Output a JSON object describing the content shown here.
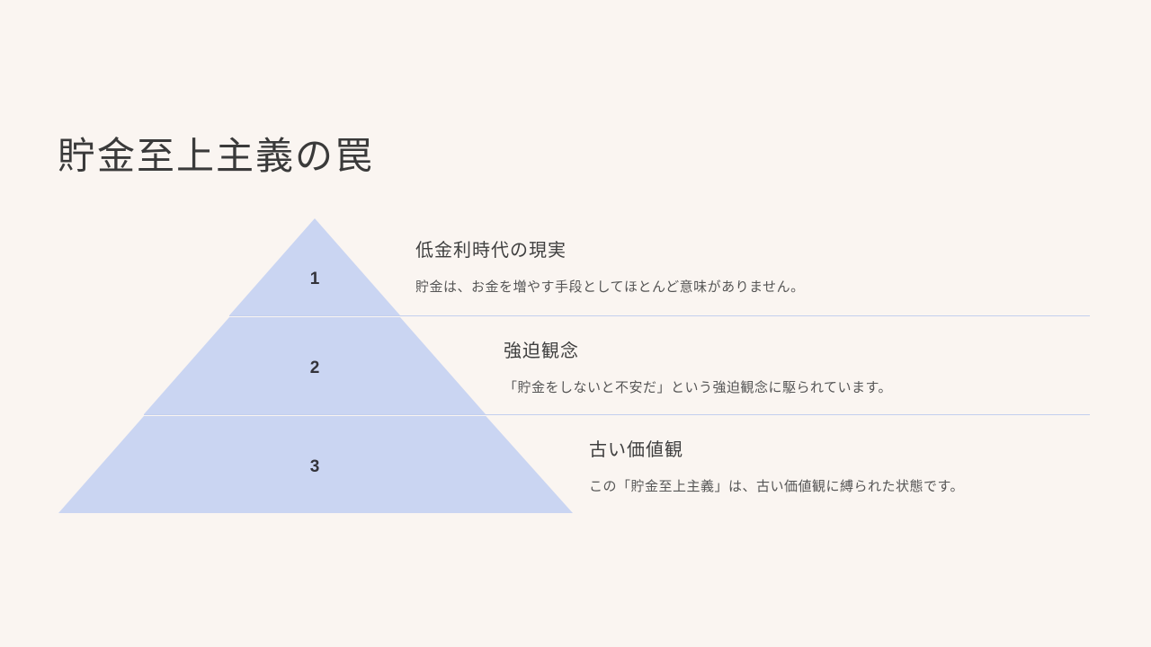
{
  "title": "貯金至上主義の罠",
  "pyramid": {
    "tiers": [
      {
        "number": "1",
        "heading": "低金利時代の現実",
        "body": "貯金は、お金を増やす手段としてほとんど意味がありません。"
      },
      {
        "number": "2",
        "heading": "強迫観念",
        "body": "「貯金をしないと不安だ」という強迫観念に駆られています。"
      },
      {
        "number": "3",
        "heading": "古い価値観",
        "body": "この「貯金至上主義」は、古い価値観に縛られた状態です。"
      }
    ]
  },
  "colors": {
    "background": "#faf5f1",
    "pyramid-fill": "#cad5f2",
    "pyramid-edge": "#b9c6ec",
    "divider": "#c3cfee",
    "title-color": "#3a3a3a",
    "heading-color": "#3f3f3f",
    "body-color": "#555555",
    "number-color": "#33333a"
  }
}
